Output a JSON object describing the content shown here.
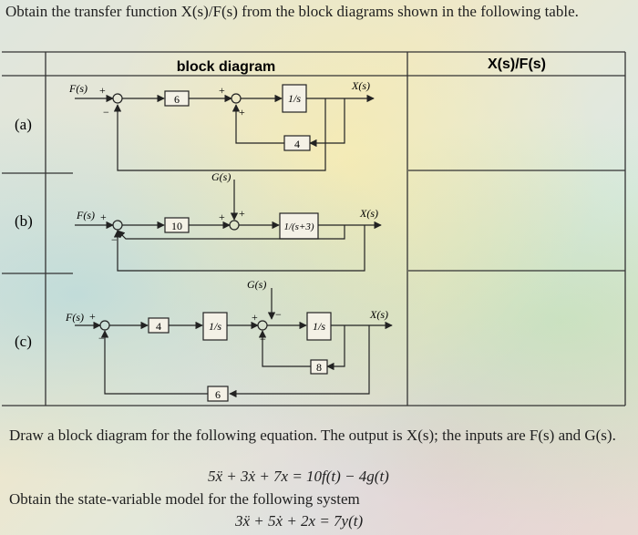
{
  "question_1": "Obtain the transfer function X(s)/F(s) from the block diagrams shown in the following table.",
  "table": {
    "col_header_diagram": "block diagram",
    "col_header_tf": "X(s)/F(s)",
    "rows": [
      {
        "label": "(a)"
      },
      {
        "label": "(b)"
      },
      {
        "label": "(c)"
      }
    ]
  },
  "diagram_a": {
    "input": "F(s)",
    "output": "X(s)",
    "gain1": "6",
    "integrator": "1/s",
    "feedback_gain": "4"
  },
  "diagram_b": {
    "input": "F(s)",
    "output": "X(s)",
    "disturbance": "G(s)",
    "gain1": "10",
    "plant": "1/(s+3)"
  },
  "diagram_c": {
    "input": "F(s)",
    "output": "X(s)",
    "disturbance": "G(s)",
    "gain1": "4",
    "integrator1": "1/s",
    "integrator2": "1/s",
    "inner_gain": "8",
    "outer_gain": "6"
  },
  "question_2": "Draw a block diagram for the following equation. The output is X(s); the inputs are F(s) and G(s).",
  "equation_1": "5ẍ + 3ẋ + 7x = 10f(t) − 4g(t)",
  "question_3": "Obtain the state-variable model for the following system",
  "equation_2": "3ẍ + 5ẋ + 2x = 7y(t)"
}
